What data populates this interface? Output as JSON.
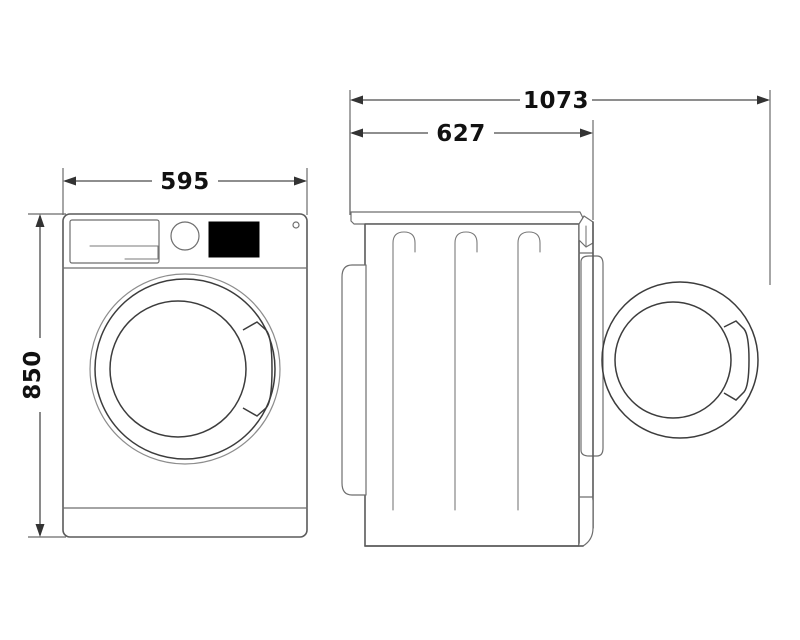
{
  "drawing": {
    "title": "Washing machine dimension drawing",
    "units": "mm",
    "background_color": "#ffffff",
    "line_color": "#5a5a5a",
    "text_color": "#111111",
    "display_color": "#000000"
  },
  "dimensions": {
    "width": {
      "label": "595",
      "name": "front-width",
      "orientation": "horizontal",
      "view": "front"
    },
    "height": {
      "label": "850",
      "name": "front-height",
      "orientation": "vertical",
      "view": "front"
    },
    "depth_door_open": {
      "label": "1073",
      "name": "depth-with-door-open",
      "orientation": "horizontal",
      "view": "side"
    },
    "depth_body": {
      "label": "627",
      "name": "depth-body",
      "orientation": "horizontal",
      "view": "side"
    }
  },
  "views": {
    "front": {
      "name": "front-view",
      "parts": {
        "cabinet": "cabinet-outline",
        "control_panel": "control-panel",
        "detergent_drawer": "detergent-drawer",
        "knob": "program-selector-knob",
        "display": "display-screen",
        "indicator": "indicator-light",
        "door_outer_ring": "door-outer-ring",
        "door_inner_ring": "door-inner-ring",
        "door_glass": "door-glass",
        "door_handle": "door-handle",
        "plinth": "base-plinth"
      }
    },
    "side": {
      "name": "side-view",
      "parts": {
        "cabinet": "cabinet-side-outline",
        "top_lid": "top-lid",
        "rear_strip": "rear-panel-strip",
        "hooks": "transit-bolt-hooks",
        "panel_tab": "control-panel-tab",
        "door_frame": "door-frame-strip",
        "base": "base-foot"
      }
    },
    "door_open": {
      "name": "open-door-view",
      "parts": {
        "outer_ring": "open-door-outer-ring",
        "inner_ring": "open-door-inner-ring",
        "handle": "open-door-handle"
      }
    }
  }
}
